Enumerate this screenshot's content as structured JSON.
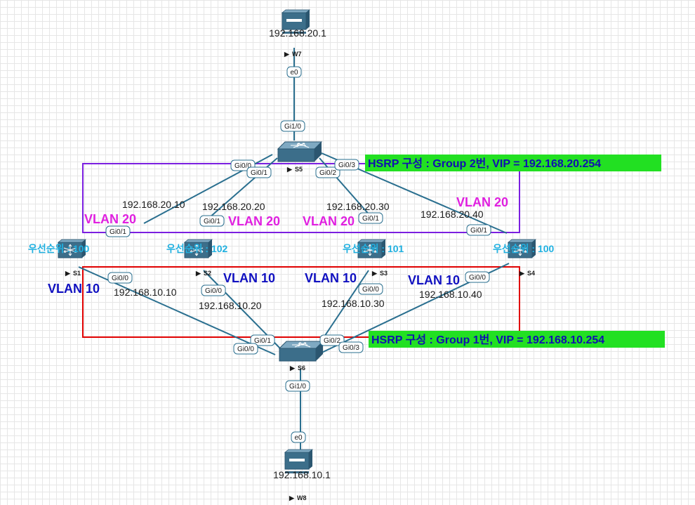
{
  "colors": {
    "link": "#2a6f8f",
    "hsrp_group2_box": "#7b1fe0",
    "hsrp_group1_box": "#e00000",
    "hsrp_label_bg": "#22e022",
    "hsrp_label_text": "#1010b0",
    "vlan20": "#e020e0",
    "vlan10": "#1010c0",
    "priority": "#1fb0e0",
    "device_body": "#3c6e8a"
  },
  "hsrp": {
    "group2": "HSRP 구성 : Group 2번, VIP = 192.168.20.254",
    "group1": "HSRP 구성 : Group 1번, VIP = 192.168.10.254"
  },
  "hosts": {
    "w7": {
      "name": "W7",
      "ip": "192.168.20.1",
      "port": "e0",
      "icon": "pc-icon"
    },
    "w8": {
      "name": "W8",
      "ip": "192.168.10.1",
      "port": "e0",
      "icon": "pc-icon"
    }
  },
  "core": {
    "s5": {
      "name": "S5",
      "uplink": "Gi1/0",
      "ports": [
        "Gi0/0",
        "Gi0/1",
        "Gi0/2",
        "Gi0/3"
      ],
      "icon": "switch-icon"
    },
    "s6": {
      "name": "S6",
      "uplink": "Gi1/0",
      "ports": [
        "Gi0/0",
        "Gi0/1",
        "Gi0/2",
        "Gi0/3"
      ],
      "icon": "switch-icon"
    }
  },
  "access": [
    {
      "name": "S1",
      "priority": "우선순위 : 100",
      "vlan20_label": "VLAN 20",
      "vlan10_label": "VLAN 10",
      "ip20": "192.168.20.10",
      "ip10": "192.168.10.10",
      "port_up": "Gi0/1",
      "port_down": "Gi0/0"
    },
    {
      "name": "S2",
      "priority": "우선순위 : 102",
      "vlan20_label": "VLAN 20",
      "vlan10_label": "VLAN 10",
      "ip20": "192.168.20.20",
      "ip10": "192.168.10.20",
      "port_up": "Gi0/1",
      "port_down": "Gi0/0"
    },
    {
      "name": "S3",
      "priority": "우선순위 : 101",
      "vlan20_label": "VLAN 20",
      "vlan10_label": "VLAN 10",
      "ip20": "192.168.20.30",
      "ip10": "192.168.10.30",
      "port_up": "Gi0/1",
      "port_down": "Gi0/0"
    },
    {
      "name": "S4",
      "priority": "우선순위 : 100",
      "vlan20_label": "VLAN 20",
      "vlan10_label": "VLAN 10",
      "ip20": "192.168.20.40",
      "ip10": "192.168.10.40",
      "port_up": "Gi0/1",
      "port_down": "Gi0/0"
    }
  ]
}
